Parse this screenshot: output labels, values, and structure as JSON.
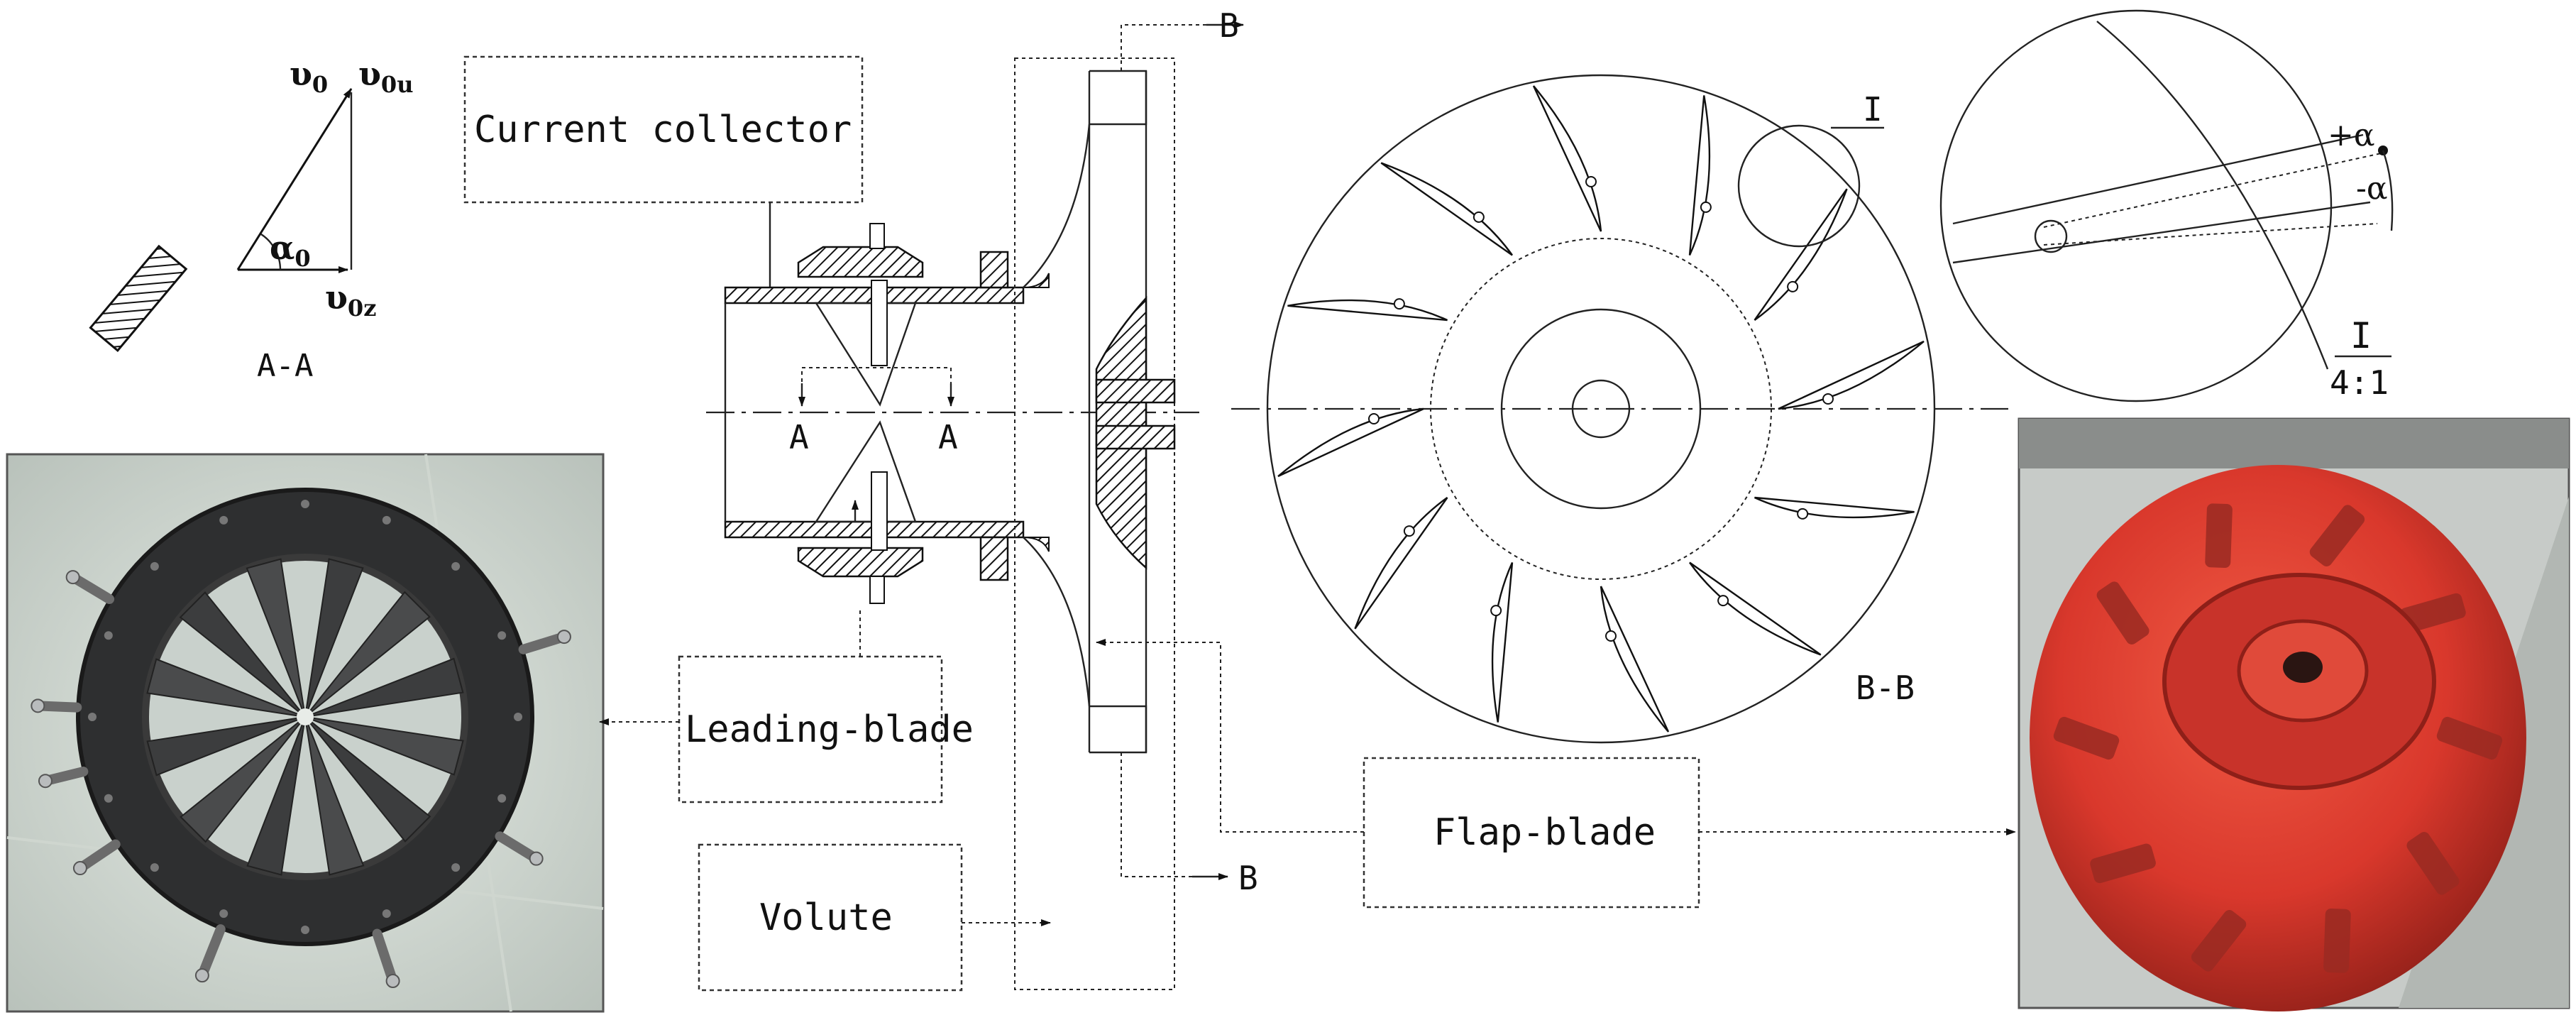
{
  "labels": {
    "current_collector": "Current collector",
    "leading_blade": "Leading-blade",
    "volute": "Volute",
    "flap_blade": "Flap-blade",
    "section_aa": "A-A",
    "section_a_left": "A",
    "section_a_right": "A",
    "section_b_top": "B",
    "section_b_bottom": "B",
    "section_bb": "B-B",
    "detail_i": "I",
    "detail_scale_top": "I",
    "detail_scale_bottom": "4:1",
    "plus_alpha": "+α",
    "minus_alpha": "-α"
  },
  "velocity": {
    "v0": "υ",
    "v0_sub": "0",
    "v0u": "υ",
    "v0u_sub": "0u",
    "v0z": "υ",
    "v0z_sub": "0z",
    "alpha": "α",
    "alpha_sub": "0"
  },
  "photos": {
    "left": "guide-vane-assembly-photo",
    "right": "impeller-photo",
    "impeller_color": "#d9382c"
  }
}
